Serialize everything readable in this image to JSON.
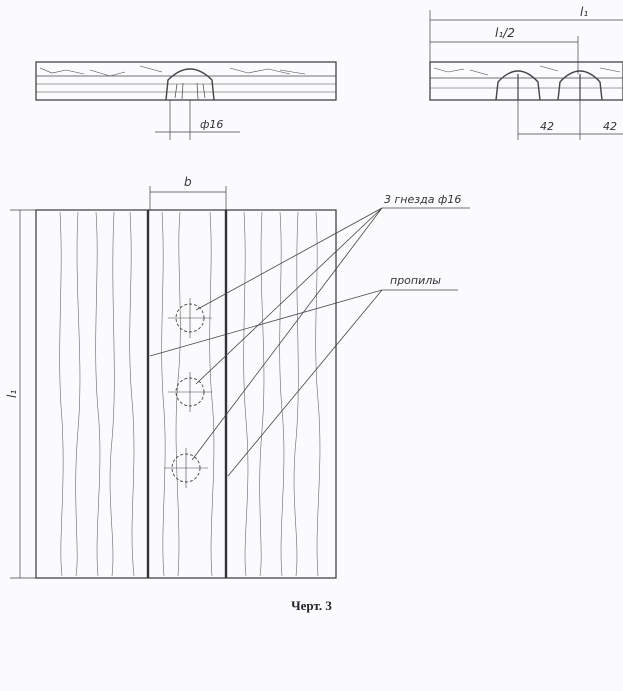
{
  "labels": {
    "dia_16": "ф16",
    "half_length": "l₁/2",
    "length": "l₁",
    "width_b": "b",
    "offset_left": "42",
    "offset_right": "42",
    "board_length": "l₁",
    "sockets": "3 гнезда ф16",
    "cuts": "пропилы"
  },
  "caption": "Черт. 3",
  "colors": {
    "ink": "#3a3a3a",
    "wood_grain": "#555555",
    "paper": "#fbfbfd"
  }
}
